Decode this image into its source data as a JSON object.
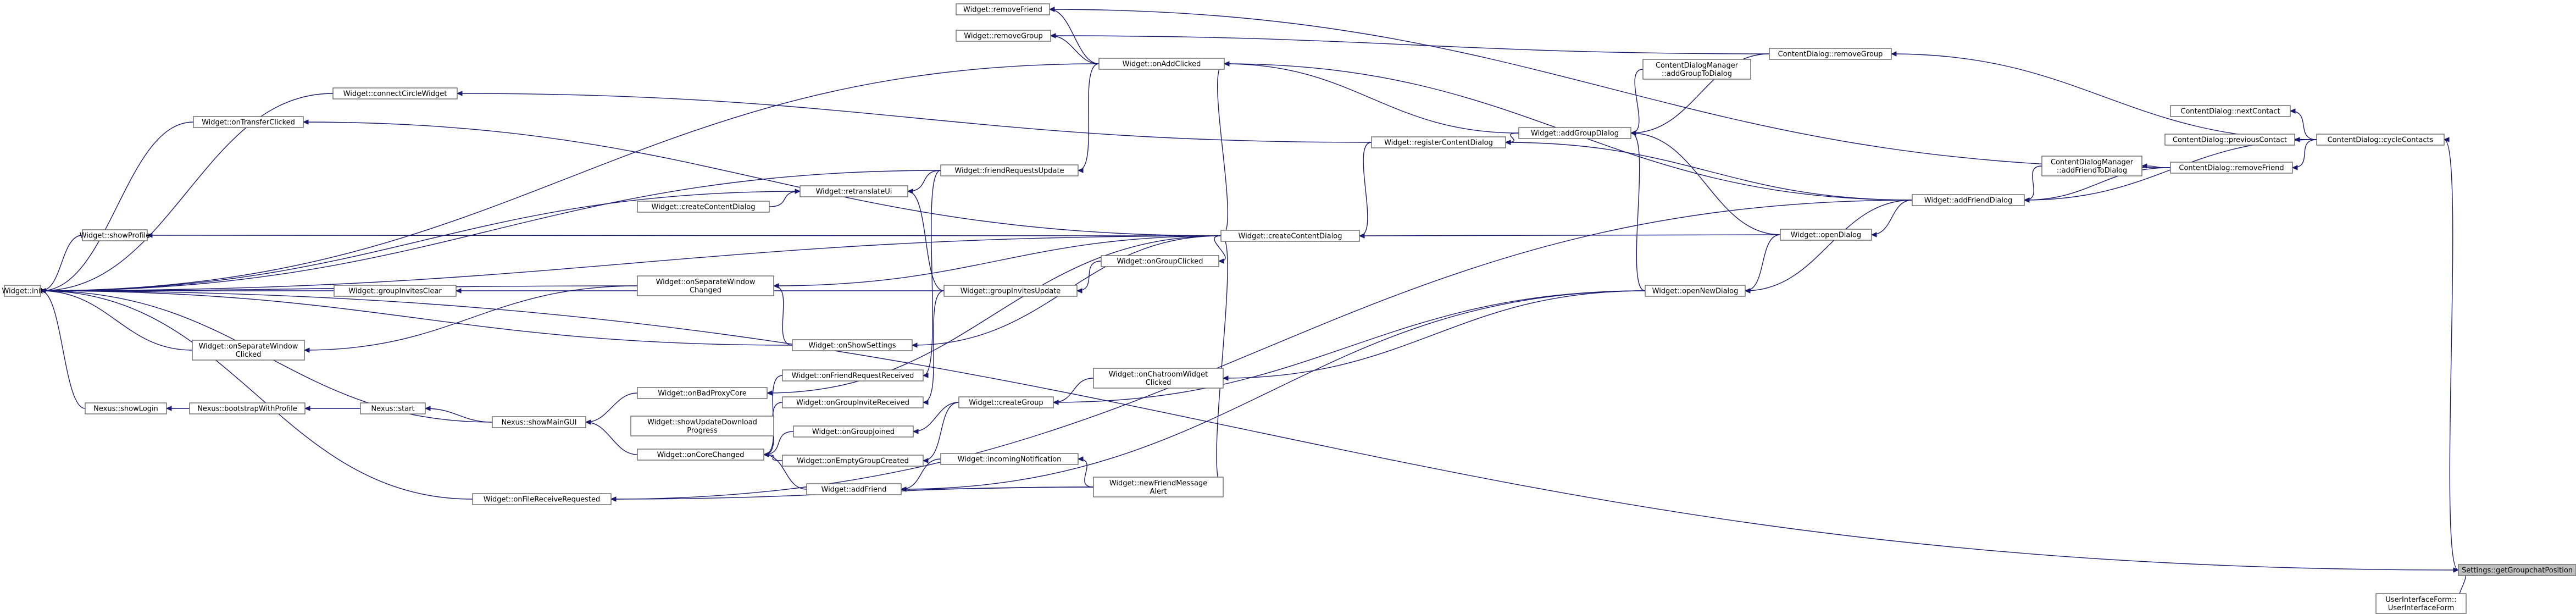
{
  "title": "",
  "colors": {
    "edge": "#191970",
    "node_border": "#666666",
    "highlight_fill": "#bfbfbf"
  },
  "nodes": {
    "n_init": [
      "Widget::init"
    ],
    "n_showProfile": [
      "Widget::showProfile"
    ],
    "n_onTransferClicked": [
      "Widget::onTransferClicked"
    ],
    "n_connectCircleWidget": [
      "Widget::connectCircleWidget"
    ],
    "n_groupInvitesClear": [
      "Widget::groupInvitesClear"
    ],
    "n_onSeparateWindowClicked": [
      "Widget::onSeparateWindow",
      "Clicked"
    ],
    "n_showLogin": [
      "Nexus::showLogin"
    ],
    "n_bootstrapWithProfile": [
      "Nexus::bootstrapWithProfile"
    ],
    "n_nexusStart": [
      "Nexus::start"
    ],
    "n_showMainGUI": [
      "Nexus::showMainGUI"
    ],
    "n_onFileReceiveRequested": [
      "Widget::onFileReceiveRequested"
    ],
    "n_createContentDialog1": [
      "Widget::createContentDialog"
    ],
    "n_retranslateUi": [
      "Widget::retranslateUi"
    ],
    "n_onSeparateWindowChanged": [
      "Widget::onSeparateWindow",
      "Changed"
    ],
    "n_onBadProxyCore": [
      "Widget::onBadProxyCore"
    ],
    "n_showUpdateDownloadProgress": [
      "Widget::showUpdateDownload",
      "Progress"
    ],
    "n_onCoreChanged": [
      "Widget::onCoreChanged"
    ],
    "n_friendRequestsUpdate": [
      "Widget::friendRequestsUpdate"
    ],
    "n_onShowSettings": [
      "Widget::onShowSettings"
    ],
    "n_onFriendRequestReceived": [
      "Widget::onFriendRequestReceived"
    ],
    "n_onGroupInviteReceived": [
      "Widget::onGroupInviteReceived"
    ],
    "n_onGroupJoined": [
      "Widget::onGroupJoined"
    ],
    "n_onEmptyGroupCreated": [
      "Widget::onEmptyGroupCreated"
    ],
    "n_addFriend": [
      "Widget::addFriend"
    ],
    "n_removeFriend": [
      "Widget::removeFriend"
    ],
    "n_removeGroup": [
      "Widget::removeGroup"
    ],
    "n_groupInvitesUpdate": [
      "Widget::groupInvitesUpdate"
    ],
    "n_createGroup": [
      "Widget::createGroup"
    ],
    "n_incomingNotification": [
      "Widget::incomingNotification"
    ],
    "n_onAddClicked": [
      "Widget::onAddClicked"
    ],
    "n_onGroupClicked": [
      "Widget::onGroupClicked"
    ],
    "n_onChatroomWidgetClicked": [
      "Widget::onChatroomWidget",
      "Clicked"
    ],
    "n_newFriendMessageAlert": [
      "Widget::newFriendMessage",
      "Alert"
    ],
    "n_createContentDialog2": [
      "Widget::createContentDialog"
    ],
    "n_registerContentDialog": [
      "Widget::registerContentDialog"
    ],
    "n_cdmAddGroupToDialog": [
      "ContentDialogManager",
      "::addGroupToDialog"
    ],
    "n_addGroupDialog": [
      "Widget::addGroupDialog"
    ],
    "n_openDialog": [
      "Widget::openDialog"
    ],
    "n_openNewDialog": [
      "Widget::openNewDialog"
    ],
    "n_cdRemoveGroup": [
      "ContentDialog::removeGroup"
    ],
    "n_addFriendDialog": [
      "Widget::addFriendDialog"
    ],
    "n_cdmAddFriendToDialog": [
      "ContentDialogManager",
      "::addFriendToDialog"
    ],
    "n_cdRemoveFriend": [
      "ContentDialog::removeFriend"
    ],
    "n_cdNextContact": [
      "ContentDialog::nextContact"
    ],
    "n_cdPreviousContact": [
      "ContentDialog::previousContact"
    ],
    "n_cdCycleContacts": [
      "ContentDialog::cycleContacts"
    ],
    "n_getGroupchatPosition": [
      "Settings::getGroupchatPosition"
    ],
    "n_userInterfaceForm": [
      "UserInterfaceForm::",
      "UserInterfaceForm"
    ]
  }
}
